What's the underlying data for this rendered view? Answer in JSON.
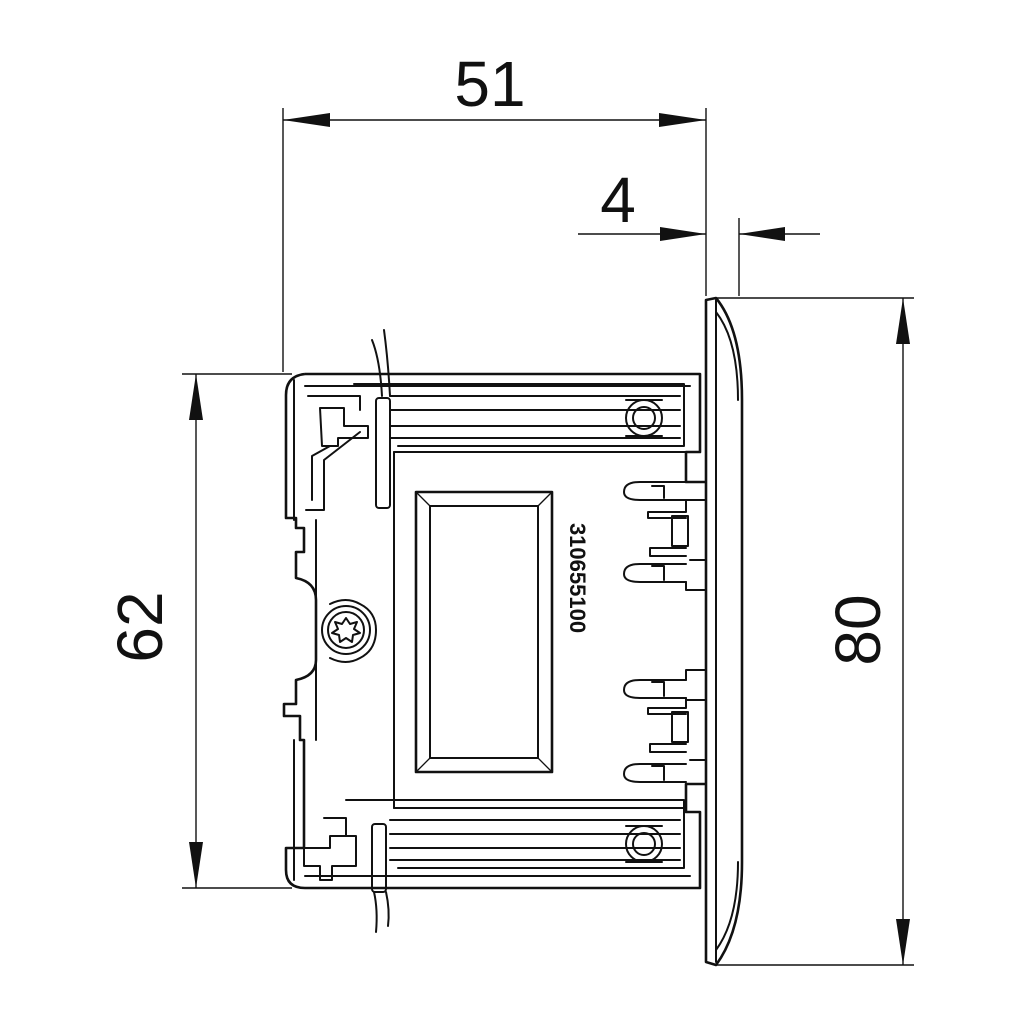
{
  "dimensions": {
    "width_total": "51",
    "flange_thickness": "4",
    "body_height": "62",
    "flange_height": "80"
  },
  "part_number": "310655100"
}
